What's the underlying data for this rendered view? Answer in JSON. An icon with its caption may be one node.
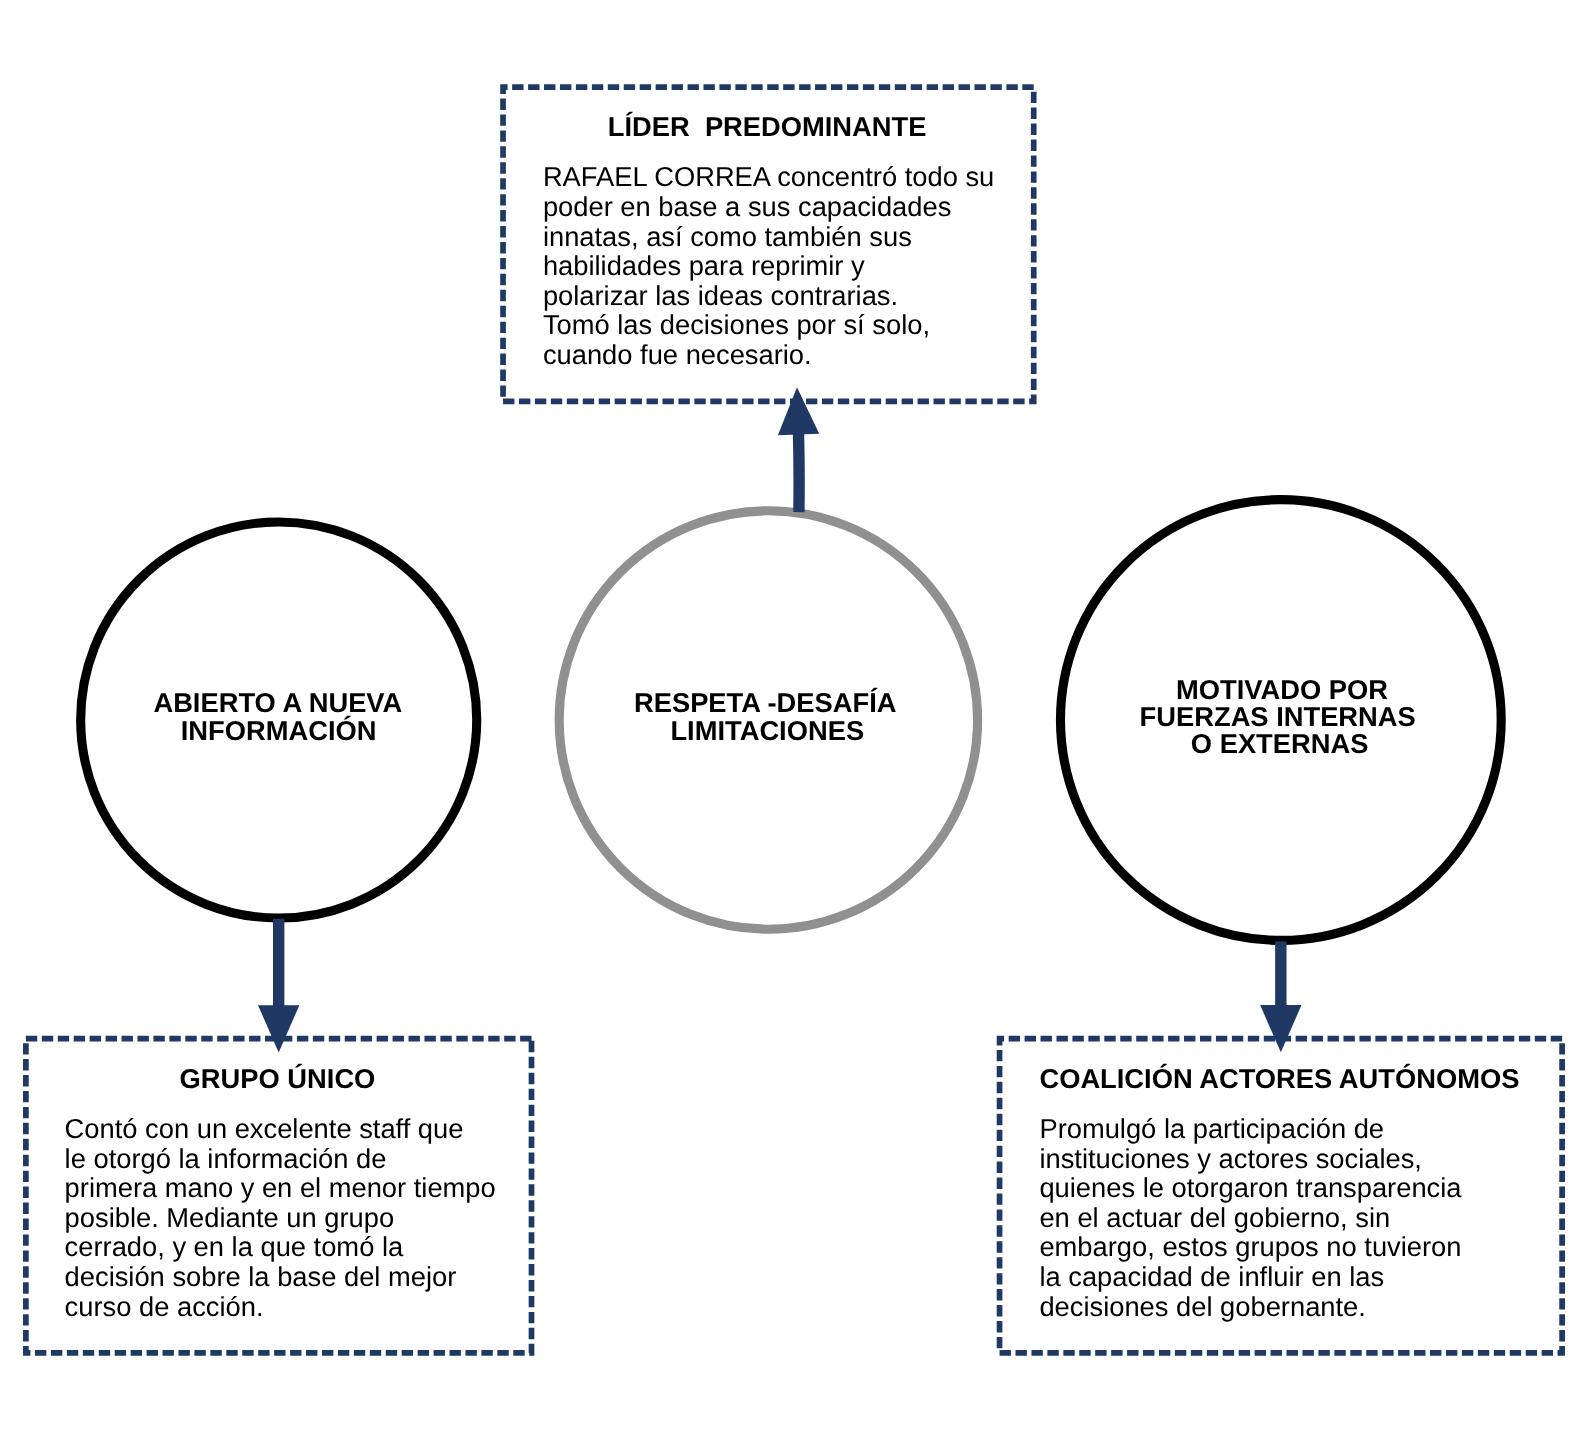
{
  "diagram": {
    "nodes": [
      {
        "text": [
          "LÍDER  PREDOMINANTE",
          "RAFAEL CORREA concentró todo su poder en base a sus capacidades innatas, así como también sus habilidades para reprimir y polarizar las ideas contrarias. Tomó las decisiones por sí solo, cuando fue necesario."
        ]
      },
      {
        "text": [
          "ABIERTO A NUEVA INFORMACIÓN"
        ]
      },
      {
        "text": [
          "RESPETA -DESAFÍA LIMITACIONES"
        ]
      },
      {
        "text": [
          "MOTIVADO POR FUERZAS INTERNAS O EXTERNAS"
        ]
      },
      {
        "text": [
          "GRUPO ÚNICO",
          "Contó con un excelente staff que le otorgó la información de primera mano y en el menor tiempo posible. Mediante un grupo cerrado, y en la que tomó la decisión sobre la base del mejor curso de acción."
        ]
      },
      {
        "text": [
          "COALICIÓN ACTORES AUTÓNOMOS",
          "Promulgó la participación de instituciones y actores sociales, quienes le otorgaron transparencia en el actuar del gobierno, sin embargo, estos grupos no tuvieron la capacidad de influir en las decisiones del gobernante."
        ]
      }
    ],
    "edges": [
      {
        "from": 1,
        "to": 4,
        "arrow": "to"
      },
      {
        "from": 2,
        "to": 0,
        "arrow": "to"
      },
      {
        "from": 3,
        "to": 5,
        "arrow": "to"
      }
    ]
  }
}
